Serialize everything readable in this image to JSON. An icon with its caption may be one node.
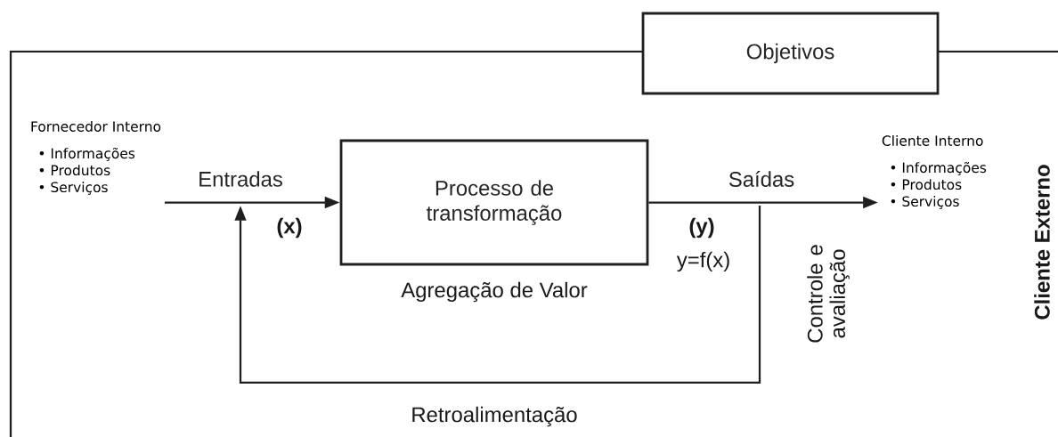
{
  "diagram": {
    "nodes": [
      {
        "text": [
          "Objetivos"
        ]
      },
      {
        "text": [
          "Fornecedor Interno",
          "• Informações",
          "• Produtos",
          "• Serviços"
        ]
      },
      {
        "text": [
          "Processo de transformação"
        ]
      },
      {
        "text": [
          "Cliente Interno",
          "• Informações",
          "• Produtos",
          "• Serviços"
        ]
      }
    ],
    "edges": [
      {
        "from": 1,
        "to": 2,
        "arrow": "to",
        "label": "Entradas"
      },
      {
        "from": 2,
        "to": 3,
        "arrow": "to",
        "label": "Saídas"
      }
    ],
    "labels": [
      "(x)",
      "(y)",
      "y=f(x)",
      "Agregação de Valor",
      "Controle e avaliação",
      "Retroalimentação",
      "Cliente Externo"
    ]
  }
}
